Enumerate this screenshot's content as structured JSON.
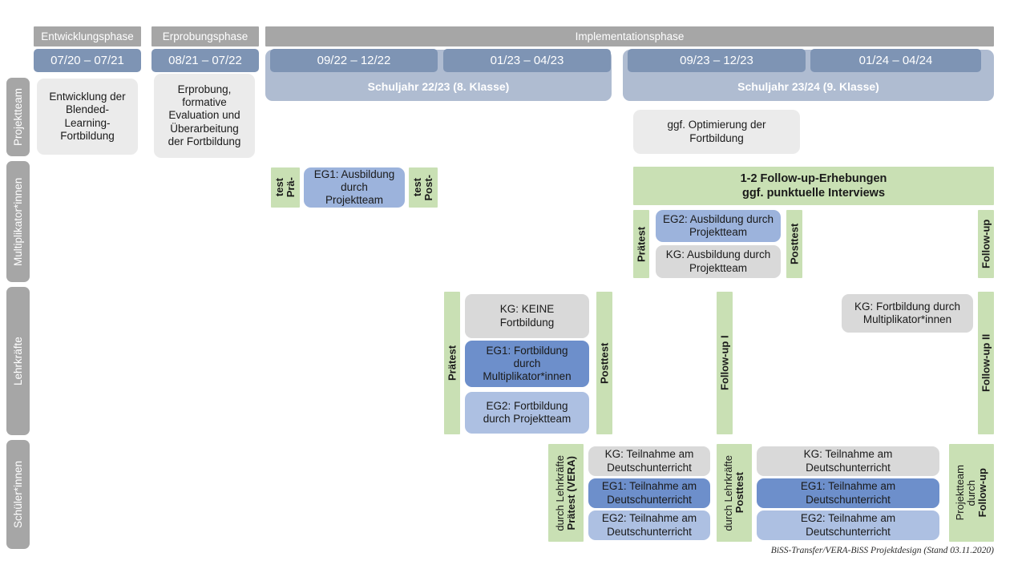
{
  "diagram": {
    "title": "BiSS-Transfer/VERA-BiSS Projektdesign",
    "footer": "BiSS-Transfer/VERA-BiSS Projektdesign (Stand 03.11.2020)"
  },
  "colors": {
    "phase_bar": "#a6a6a6",
    "date_chip": "#7e94b4",
    "year_band": "#afbcd1",
    "row_label": "#a6a6a6",
    "green_strip": "#c9e0b4",
    "card_gray": "#ebebeb",
    "card_gray_dark": "#d9d9d9",
    "card_blue_light": "#adc0e2",
    "card_blue_mid": "#9cb3dc",
    "card_blue_dark": "#6d8fcb"
  },
  "phases": [
    {
      "label": "Entwicklungsphase"
    },
    {
      "label": "Erprobungsphase"
    },
    {
      "label": "Implementationsphase"
    }
  ],
  "periods": [
    {
      "label": "07/20 – 07/21"
    },
    {
      "label": "08/21 – 07/22"
    },
    {
      "label": "09/22 – 12/22"
    },
    {
      "label": "01/23 – 04/23"
    },
    {
      "label": "09/23 – 12/23"
    },
    {
      "label": "01/24 – 04/24"
    }
  ],
  "school_years": [
    {
      "label": "Schuljahr 22/23 (8. Klasse)"
    },
    {
      "label": "Schuljahr 23/24 (9. Klasse)"
    }
  ],
  "rows": [
    {
      "label": "Projektteam"
    },
    {
      "label": "Multiplikator*innen"
    },
    {
      "label": "Lehrkräfte"
    },
    {
      "label": "Schüler*innen"
    }
  ],
  "projektteam": {
    "entwicklung": "Entwicklung der Blended-Learning-Fortbildung",
    "entwicklung_lines": [
      "Entwicklung der",
      "Blended-",
      "Learning-",
      "Fortbildung"
    ],
    "erprobung_lines": [
      "Erprobung,",
      "formative",
      "Evaluation und",
      "Überarbeitung",
      "der Fortbildung"
    ],
    "optimierung_lines": [
      "ggf. Optimierung der",
      "Fortbildung"
    ]
  },
  "multiplikatoren": {
    "praetest_short": [
      "Prä-",
      "test"
    ],
    "posttest_short": [
      "Post-",
      "test"
    ],
    "eg1_lines": [
      "EG1: Ausbildung",
      "durch",
      "Projektteam"
    ],
    "followup_banner_lines": [
      "1-2 Follow-up-Erhebungen",
      "ggf. punktuelle Interviews"
    ],
    "praetest": "Prätest",
    "posttest": "Posttest",
    "followup": "Follow-up",
    "eg2_lines": [
      "EG2: Ausbildung durch",
      "Projektteam"
    ],
    "kg_lines": [
      "KG: Ausbildung durch",
      "Projektteam"
    ]
  },
  "lehrkraefte": {
    "praetest": "Prätest",
    "posttest": "Posttest",
    "followup_1": "Follow-up I",
    "followup_2": "Follow-up II",
    "kg_keine_lines": [
      "KG:  KEINE",
      "Fortbildung"
    ],
    "eg1_lines": [
      "EG1: Fortbildung",
      "durch",
      "Multiplikator*innen"
    ],
    "eg2_lines": [
      "EG2: Fortbildung",
      "durch Projektteam"
    ],
    "kg_mult_lines": [
      "KG: Fortbildung durch",
      "Multiplikator*innen"
    ]
  },
  "schueler": {
    "praetest_main": "Prätest (VERA)",
    "praetest_sub": "durch Lehrkräfte",
    "posttest_main": "Posttest",
    "posttest_sub": "durch Lehrkräfte",
    "followup_main": "Follow-up",
    "followup_sub1": "durch",
    "followup_sub2": "Projektteam",
    "kg_lines": [
      "KG: Teilnahme am",
      "Deutschunterricht"
    ],
    "eg1_lines": [
      "EG1: Teilnahme am",
      "Deutschunterricht"
    ],
    "eg2_lines": [
      "EG2: Teilnahme am",
      "Deutschunterricht"
    ]
  }
}
